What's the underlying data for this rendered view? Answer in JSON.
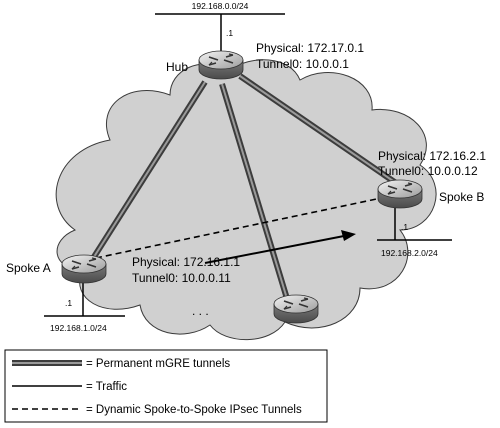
{
  "hub": {
    "name": "Hub",
    "network": "192.168.0.0/24",
    "host": ".1",
    "physical": "Physical: 172.17.0.1",
    "tunnel": "Tunnel0: 10.0.0.1"
  },
  "spoke_b": {
    "name": "Spoke B",
    "network": "192.168.2.0/24",
    "host": ".1",
    "physical": "Physical: 172.16.2.1",
    "tunnel": "Tunnel0: 10.0.0.12"
  },
  "spoke_a": {
    "name": "Spoke A",
    "network": "192.168.1.0/24",
    "host": ".1",
    "physical": "Physical: 172.16.1.1",
    "tunnel": "Tunnel0: 10.0.0.11"
  },
  "ellipsis": ". . .",
  "legend": {
    "permanent": "= Permanent mGRE tunnels",
    "traffic": "= Traffic",
    "dynamic": "= Dynamic Spoke-to-Spoke IPsec Tunnels"
  },
  "colors": {
    "cloud_fill": "#d0d0d0",
    "cloud_stroke": "#3a3a3a",
    "tunnel_dark": "#3c3c3c",
    "tunnel_light": "#9a9a9a"
  },
  "icons": {
    "router": "router-icon"
  }
}
